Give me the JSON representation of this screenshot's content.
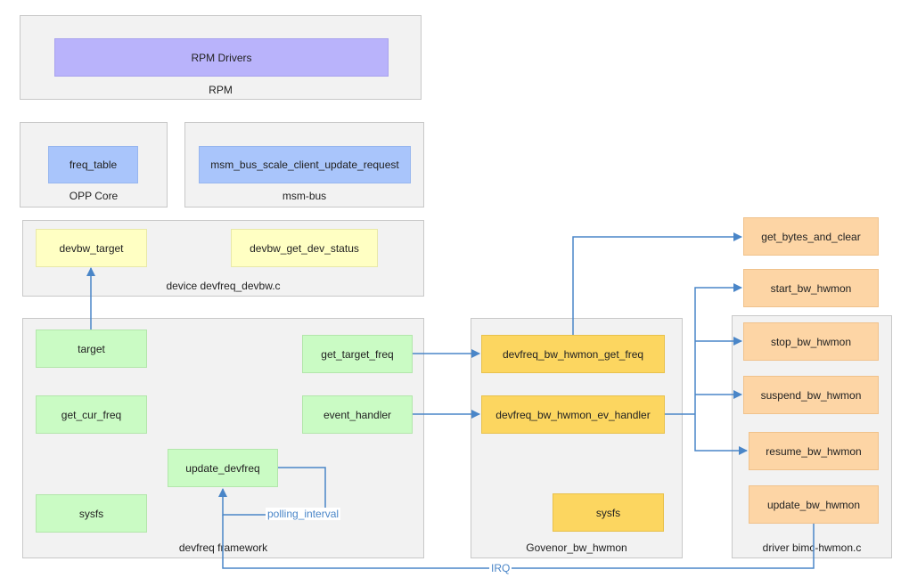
{
  "containers": {
    "rpm": "RPM",
    "opp_core": "OPP Core",
    "msm_bus": "msm-bus",
    "device_devbw": "device devfreq_devbw.c",
    "devfreq_framework": "devfreq framework",
    "governor": "Govenor_bw_hwmon",
    "driver": "driver bimc-hwmon.c"
  },
  "boxes": {
    "rpm_drivers": "RPM Drivers",
    "freq_table": "freq_table",
    "msm_bus_request": "msm_bus_scale_client_update_request",
    "devbw_target": "devbw_target",
    "devbw_get_dev_status": "devbw_get_dev_status",
    "target": "target",
    "get_cur_freq": "get_cur_freq",
    "update_devfreq": "update_devfreq",
    "sysfs_framework": "sysfs",
    "get_target_freq": "get_target_freq",
    "event_handler": "event_handler",
    "hwmon_get_freq": "devfreq_bw_hwmon_get_freq",
    "hwmon_ev_handler": "devfreq_bw_hwmon_ev_handler",
    "sysfs_governor": "sysfs",
    "get_bytes_and_clear": "get_bytes_and_clear",
    "start_bw_hwmon": "start_bw_hwmon",
    "stop_bw_hwmon": "stop_bw_hwmon",
    "suspend_bw_hwmon": "suspend_bw_hwmon",
    "resume_bw_hwmon": "resume_bw_hwmon",
    "update_bw_hwmon": "update_bw_hwmon"
  },
  "edge_labels": {
    "polling_interval": "polling_interval",
    "irq": "IRQ"
  },
  "colors": {
    "purple": "#b9b3fb",
    "blue": "#a9c5fb",
    "yellow": "#ffffc3",
    "green": "#cafbc4",
    "gold": "#fcd660",
    "peach": "#fdd5a5",
    "arrow": "#4a86c8",
    "container": "#f2f2f2"
  }
}
